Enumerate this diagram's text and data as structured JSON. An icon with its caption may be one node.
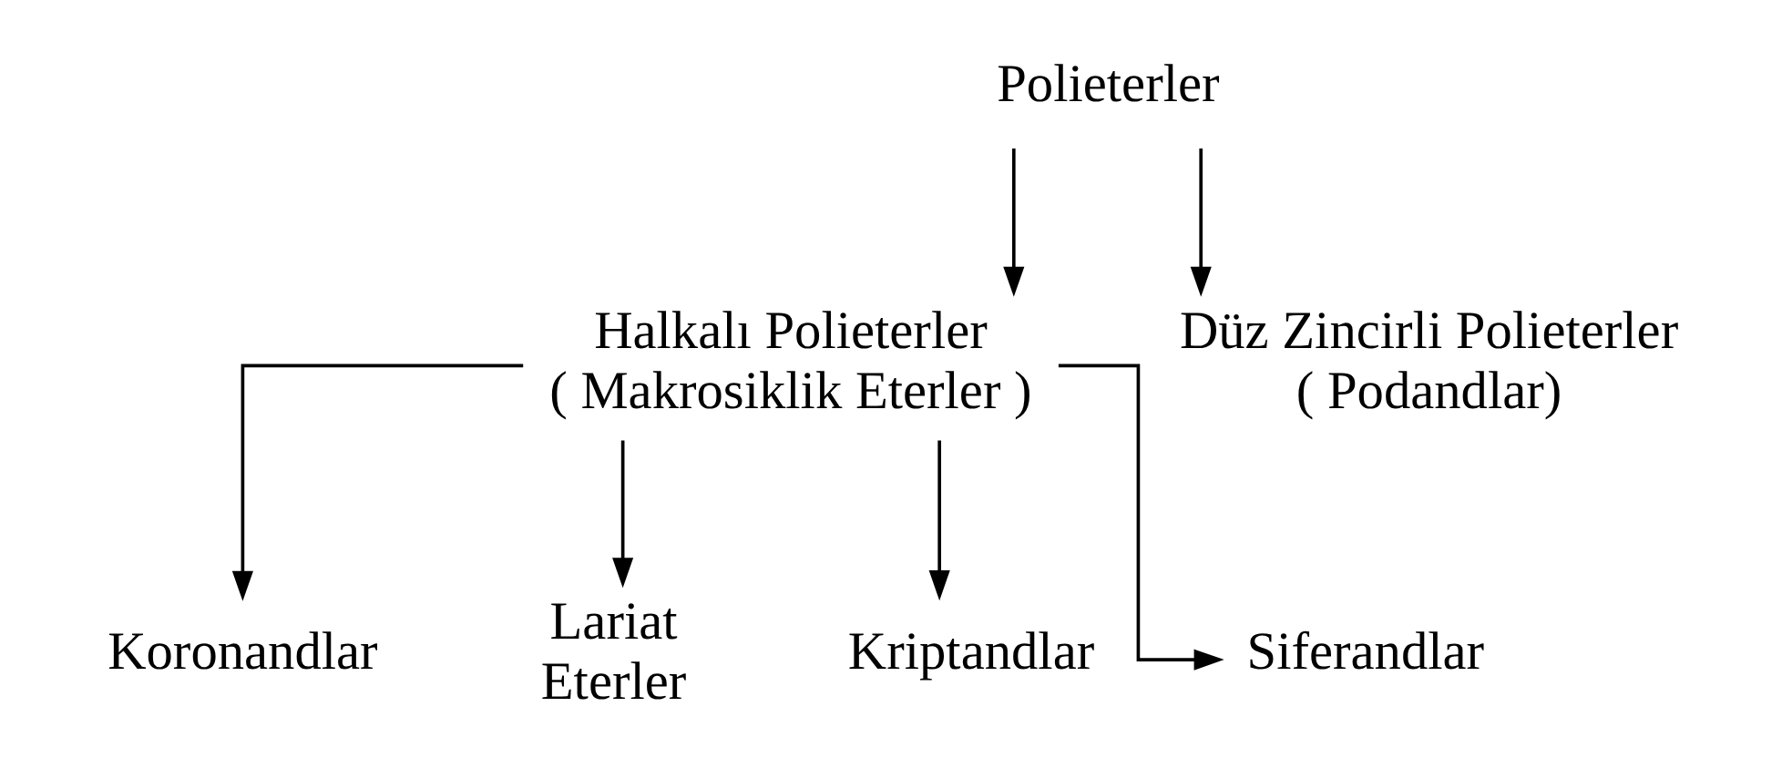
{
  "diagram": {
    "nodes": [
      {
        "text": [
          "Polieterler"
        ]
      },
      {
        "text": [
          "Halkalı Polieterler",
          "( Makrosiklik Eterler )"
        ]
      },
      {
        "text": [
          "Düz Zincirli Polieterler",
          "( Podandlar)"
        ]
      },
      {
        "text": [
          "Koronandlar"
        ]
      },
      {
        "text": [
          "Lariat Eterler"
        ]
      },
      {
        "text": [
          "Kriptandlar"
        ]
      },
      {
        "text": [
          "Siferandlar"
        ]
      }
    ],
    "edges": [
      {
        "from": 0,
        "to": 1,
        "arrow": "to"
      },
      {
        "from": 0,
        "to": 2,
        "arrow": "to"
      },
      {
        "from": 1,
        "to": 3,
        "arrow": "to"
      },
      {
        "from": 1,
        "to": 4,
        "arrow": "to"
      },
      {
        "from": 1,
        "to": 5,
        "arrow": "to"
      },
      {
        "from": 1,
        "to": 6,
        "arrow": "to"
      }
    ]
  }
}
